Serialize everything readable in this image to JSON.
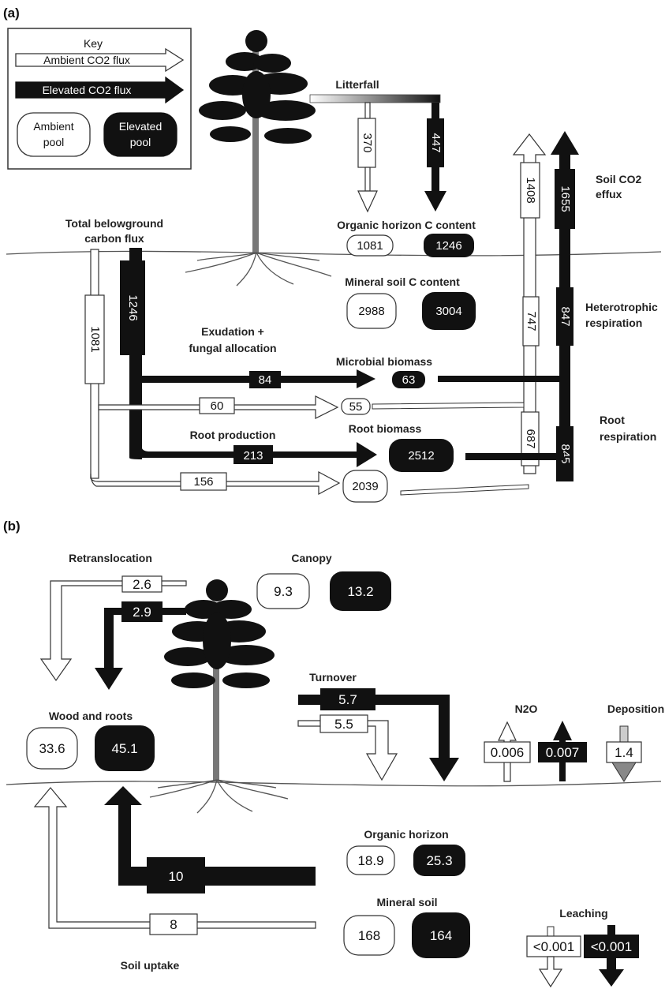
{
  "panel_a": {
    "label": "(a)",
    "key": {
      "title": "Key",
      "ambient_flux": "Ambient CO2 flux",
      "elevated_flux": "Elevated CO2 flux",
      "ambient_pool": [
        "Ambient",
        "pool"
      ],
      "elevated_pool": [
        "Elevated",
        "pool"
      ]
    },
    "labels": {
      "litterfall": "Litterfall",
      "soil_co2_efflux": [
        "Soil CO2",
        "effux"
      ],
      "organic_horizon": "Organic horizon C content",
      "total_belowground": [
        "Total belowground",
        "carbon  flux"
      ],
      "mineral_soil": "Mineral soil C content",
      "heterotrophic": [
        "Heterotrophic",
        "respiration"
      ],
      "exudation": [
        "Exudation +",
        "fungal allocation"
      ],
      "microbial_biomass": "Microbial  biomass",
      "root_production": "Root production",
      "root_biomass": "Root biomass",
      "root_respiration": [
        "Root",
        "respiration"
      ]
    },
    "fluxes": {
      "litter_ambient": "370",
      "litter_elevated": "447",
      "efflux_ambient": "1408",
      "efflux_elevated": "1655",
      "tbcf_ambient": "1081",
      "tbcf_elevated": "1246",
      "hetero_ambient": "747",
      "hetero_elevated": "847",
      "exud_elevated": "84",
      "exud_ambient": "60",
      "rootresp_ambient": "687",
      "rootresp_elevated": "845",
      "rootprod_elevated": "213",
      "rootprod_ambient": "156"
    },
    "pools": {
      "organic_ambient": "1081",
      "organic_elevated": "1246",
      "mineral_ambient": "2988",
      "mineral_elevated": "3004",
      "microbial_elevated": "63",
      "microbial_ambient": "55",
      "root_elevated": "2512",
      "root_ambient": "2039"
    }
  },
  "panel_b": {
    "label": "(b)",
    "labels": {
      "retranslocation": "Retranslocation",
      "canopy": "Canopy",
      "turnover": "Turnover",
      "wood_roots": "Wood and  roots",
      "n2o": "N2O",
      "deposition": "Deposition",
      "organic_horizon": "Organic  horizon",
      "mineral_soil": "Mineral soil",
      "leaching": "Leaching",
      "soil_uptake": "Soil uptake"
    },
    "fluxes": {
      "retrans_ambient": "2.6",
      "retrans_elevated": "2.9",
      "turnover_elevated": "5.7",
      "turnover_ambient": "5.5",
      "n2o_ambient": "0.006",
      "n2o_elevated": "0.007",
      "deposition": "1.4",
      "uptake_elevated": "10",
      "uptake_ambient": "8",
      "leach_ambient": "<0.001",
      "leach_elevated": "<0.001"
    },
    "pools": {
      "canopy_ambient": "9.3",
      "canopy_elevated": "13.2",
      "wood_ambient": "33.6",
      "wood_elevated": "45.1",
      "organic_ambient": "18.9",
      "organic_elevated": "25.3",
      "mineral_ambient": "168",
      "mineral_elevated": "164"
    }
  },
  "colors": {
    "ambient": "#ffffff",
    "elevated": "#111111",
    "outline": "#333333",
    "deposition": "#888888"
  }
}
